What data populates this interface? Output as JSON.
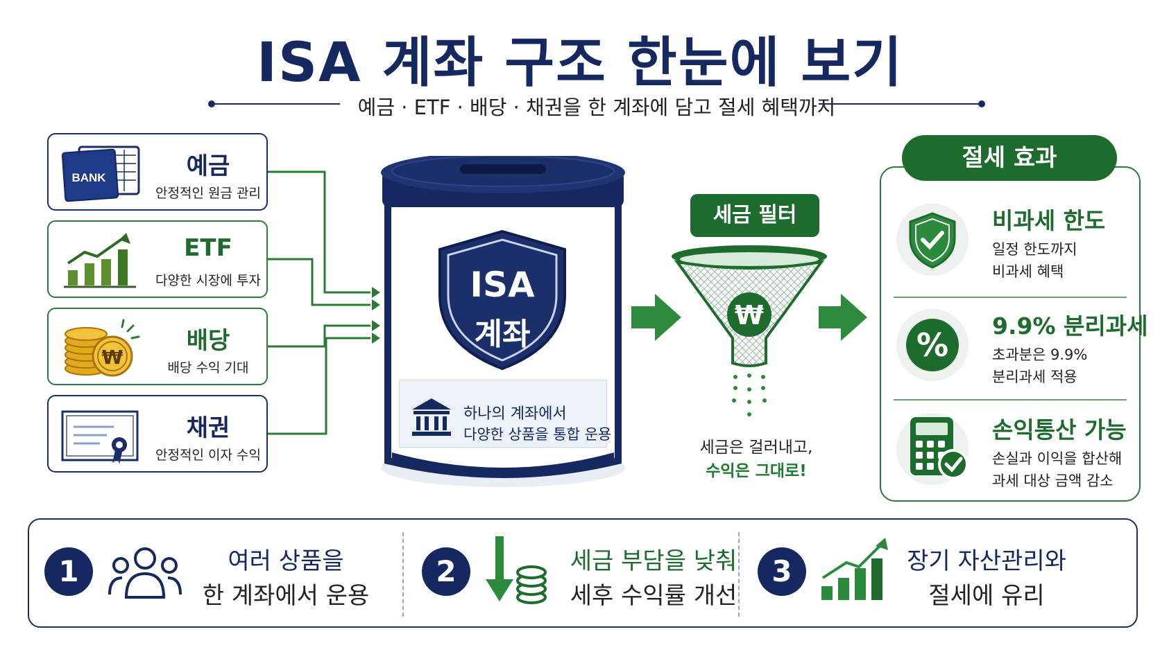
{
  "title": "ISA 계좌 구조 한눈에 보기",
  "subtitle": "예금 · ETF · 배당 · 채권을 한 계좌에 담고 절세 혜택까지",
  "products": [
    {
      "title": "예금",
      "desc": "안정적인 원금 관리",
      "icon_label": "BANK",
      "icon": "bank-book-icon"
    },
    {
      "title": "ETF",
      "desc": "다양한 시장에 투자",
      "icon": "growth-chart-icon"
    },
    {
      "title": "배당",
      "desc": "배당 수익 기대",
      "icon_label": "₩",
      "icon": "coin-stack-icon"
    },
    {
      "title": "채권",
      "desc": "안정적인 이자 수익",
      "icon": "certificate-icon"
    }
  ],
  "account": {
    "shield_line1": "ISA",
    "shield_line2": "계좌",
    "note_line1": "하나의 계좌에서",
    "note_line2": "다양한 상품을 통합 운용"
  },
  "tax_filter": {
    "label": "세금 필터",
    "symbol": "₩",
    "caption1": "세금은 걸러내고,",
    "caption2": "수익은 그대로!"
  },
  "benefits": {
    "heading": "절세 효과",
    "items": [
      {
        "title": "비과세 한도",
        "line1": "일정 한도까지",
        "line2": "비과세 혜택",
        "icon": "shield-check-icon"
      },
      {
        "title": "9.9% 분리과세",
        "line1": "초과분은 9.9%",
        "line2": "분리과세 적용",
        "icon": "percent-icon",
        "symbol": "%"
      },
      {
        "title": "손익통산 가능",
        "line1": "손실과 이익을 합산해",
        "line2": "과세 대상 금액 감소",
        "icon": "calculator-check-icon"
      }
    ]
  },
  "summary": [
    {
      "num": "1",
      "line1": "여러 상품을",
      "line2": "한 계좌에서 운용",
      "icon": "people-group-icon"
    },
    {
      "num": "2",
      "line1": "세금 부담을 낮춰",
      "line2": "세후 수익률 개선",
      "icon": "down-arrow-coins-icon"
    },
    {
      "num": "3",
      "line1": "장기 자산관리와",
      "line2": "절세에 유리",
      "icon": "growth-bars-icon"
    }
  ],
  "colors": {
    "navy": "#152860",
    "green": "#1e6b2e",
    "light_green": "#2f8a3f"
  }
}
